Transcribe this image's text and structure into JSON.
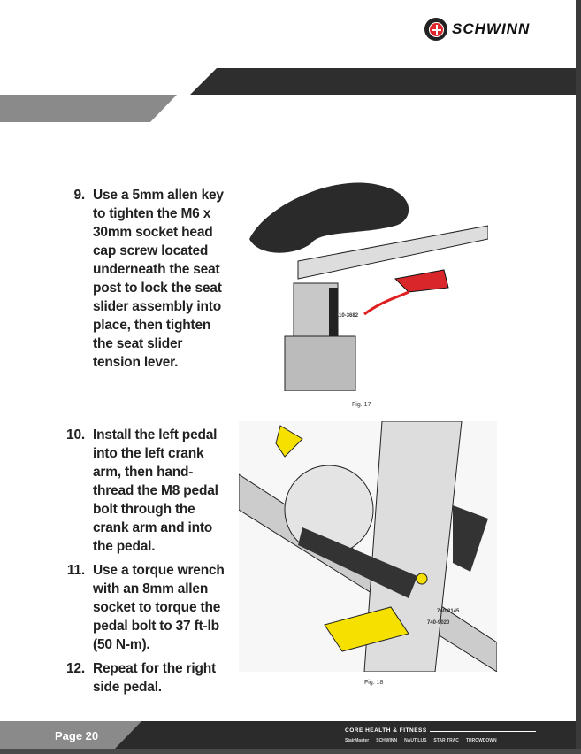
{
  "header": {
    "brand": "SCHWINN"
  },
  "steps": [
    {
      "num": "9.",
      "text": "Use a 5mm allen key to tighten the M6 x 30mm socket head cap screw located underneath the seat post to lock the seat slider assembly into place, then tighten the seat slider tension lever."
    },
    {
      "num": "10.",
      "text": "Install the left pedal into the left crank arm, then hand-thread the M8 pedal bolt through the crank arm and into the pedal."
    },
    {
      "num": "11.",
      "text": "Use a torque wrench with an 8mm allen socket  to torque the pedal bolt to 37 ft-lb (50 N-m)."
    },
    {
      "num": "12.",
      "text": "Repeat for the right side pedal."
    }
  ],
  "figures": [
    {
      "caption": "Fig. 17",
      "parts": [
        "110-3682"
      ]
    },
    {
      "caption": "Fig. 18",
      "parts": [
        "740-8145",
        "740-9020"
      ]
    }
  ],
  "footer": {
    "page": "Page 20",
    "company": "CORE HEALTH & FITNESS",
    "brands": [
      "StairMaster",
      "SCHWINN",
      "NAUTILUS",
      "STAR TRAC",
      "THROWDOWN"
    ]
  }
}
